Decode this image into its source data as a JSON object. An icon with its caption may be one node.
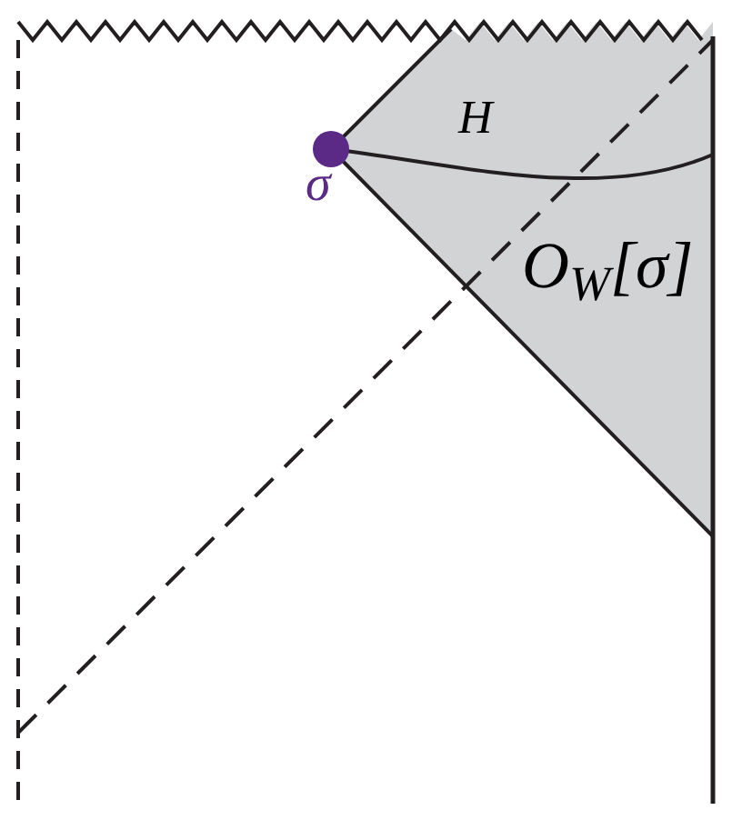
{
  "diagram": {
    "labels": [
      "H",
      "σ",
      "O$_{W}$[σ]"
    ]
  }
}
